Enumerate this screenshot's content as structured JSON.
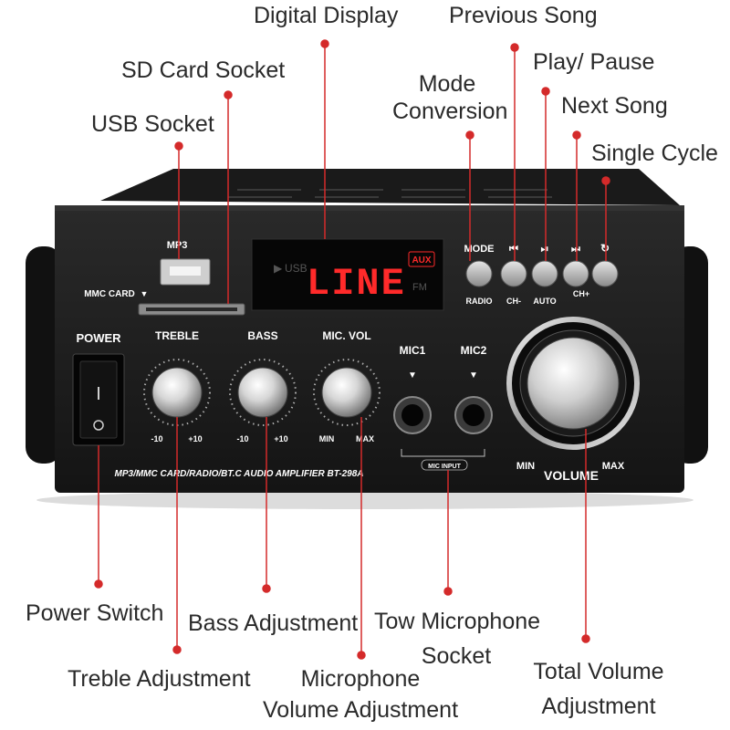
{
  "callouts": {
    "digital_display": "Digital Display",
    "previous_song": "Previous Song",
    "play_pause": "Play/ Pause",
    "sd_card_socket": "SD Card Socket",
    "mode_conversion_1": "Mode",
    "mode_conversion_2": "Conversion",
    "next_song": "Next Song",
    "usb_socket": "USB Socket",
    "single_cycle": "Single Cycle",
    "power_switch": "Power Switch",
    "bass_adjustment": "Bass Adjustment",
    "tow_microphone_1": "Tow Microphone",
    "tow_microphone_2": "Socket",
    "treble_adjustment": "Treble Adjustment",
    "mic_volume_1": "Microphone",
    "mic_volume_2": "Volume Adjustment",
    "total_volume_1": "Total Volume",
    "total_volume_2": "Adjustment"
  },
  "panel": {
    "mp3": "MP3",
    "mmc_card": "MMC CARD",
    "power": "POWER",
    "treble": "TREBLE",
    "bass": "BASS",
    "mic_vol": "MIC. VOL",
    "mic1": "MIC1",
    "mic2": "MIC2",
    "mic_input": "MIC INPUT",
    "mode": "MODE",
    "radio": "RADIO",
    "ch_minus": "CH-",
    "auto": "AUTO",
    "ch_plus": "CH+",
    "minus10": "-10",
    "plus10": "+10",
    "min": "MIN",
    "max": "MAX",
    "volume": "VOLUME",
    "display_text": "LINE",
    "aux": "AUX",
    "usb_indicator": "USB",
    "fm": "FM",
    "model": "MP3/MMC CARD/RADIO/BT.C AUDIO AMPLIFIER BT-298A"
  },
  "colors": {
    "accent_red": "#d42a2a",
    "chassis": "#1c1c1c",
    "display_red": "#ff2a2a"
  }
}
